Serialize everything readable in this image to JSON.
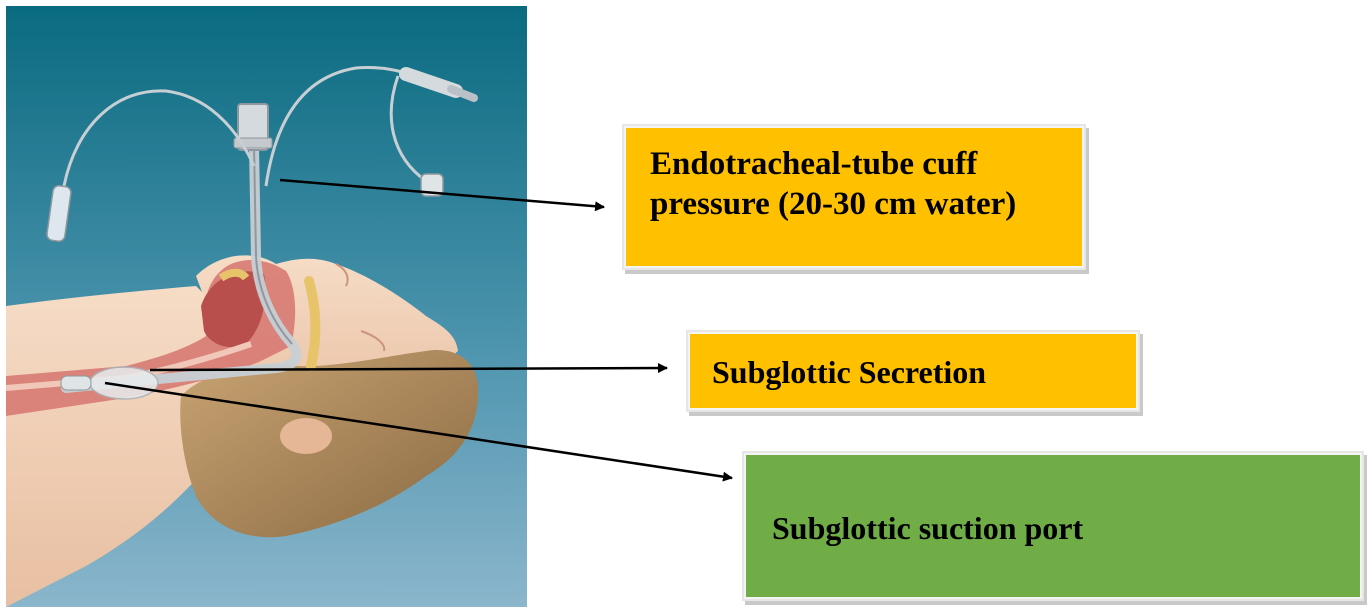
{
  "labels": {
    "cuff_pressure": "Endotracheal-tube cuff pressure (20-30 cm water)",
    "subglottic_secretion": "Subglottic Secretion",
    "subglottic_suction_port": "Subglottic suction port"
  },
  "colors": {
    "cuff_box": "#ffc000",
    "secretion_box": "#ffc000",
    "port_box": "#70ad47",
    "background_top": "#0a6b80",
    "background_bottom": "#8bb6cc",
    "arrow": "#000000"
  }
}
